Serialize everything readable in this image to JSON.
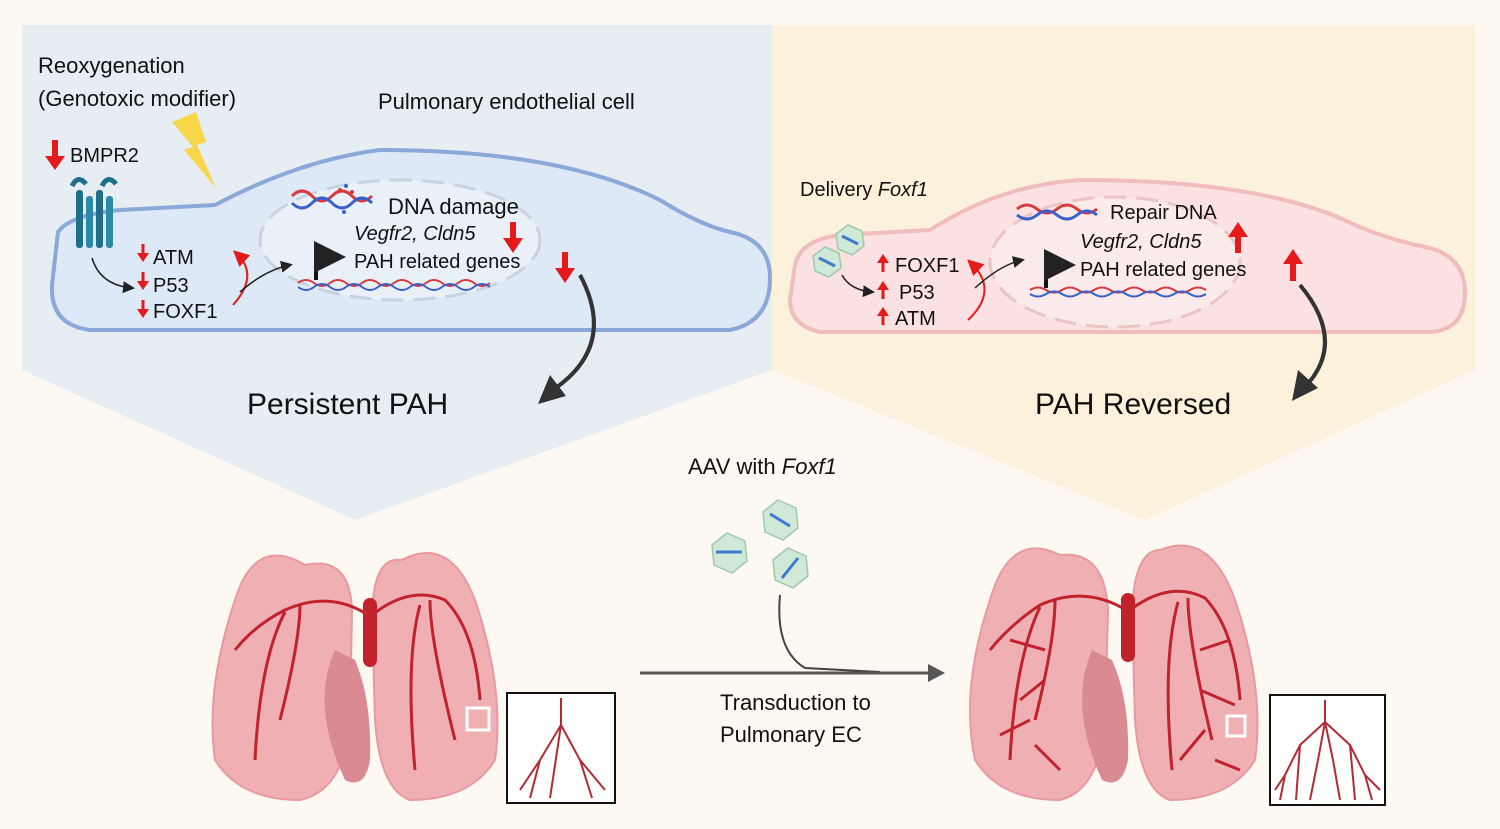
{
  "left_panel": {
    "modifier_line1": "Reoxygenation",
    "modifier_line2": "(Genotoxic modifier)",
    "cell_label": "Pulmonary endothelial cell",
    "receptor": "BMPR2",
    "dna_event": "DNA damage",
    "genes_italic": "Vegfr2, Cldn5",
    "genes_label": "PAH related genes",
    "cascade": [
      "ATM",
      "P53",
      "FOXF1"
    ],
    "outcome": "Persistent PAH"
  },
  "right_panel": {
    "delivery_prefix": "Delivery ",
    "delivery_gene": "Foxf1",
    "dna_event": "Repair DNA",
    "genes_italic": "Vegfr2, Cldn5",
    "genes_label": "PAH related genes",
    "cascade": [
      "FOXF1",
      "P53",
      "ATM"
    ],
    "outcome": "PAH Reversed"
  },
  "bottom": {
    "aav_prefix": "AAV with ",
    "aav_gene": "Foxf1",
    "transduction_line1": "Transduction to",
    "transduction_line2": "Pulmonary EC"
  },
  "colors": {
    "left_bg": "#e6edf3",
    "right_bg": "#fcf2dc",
    "left_cell_fill": "#dde9f6",
    "left_cell_stroke": "#8aa9d8",
    "right_cell_fill": "#fbe1e1",
    "right_cell_stroke": "#f0bcbc",
    "arrow_red": "#e51b1b",
    "vessel": "#c1222c",
    "lung": "#f0b0b3"
  }
}
